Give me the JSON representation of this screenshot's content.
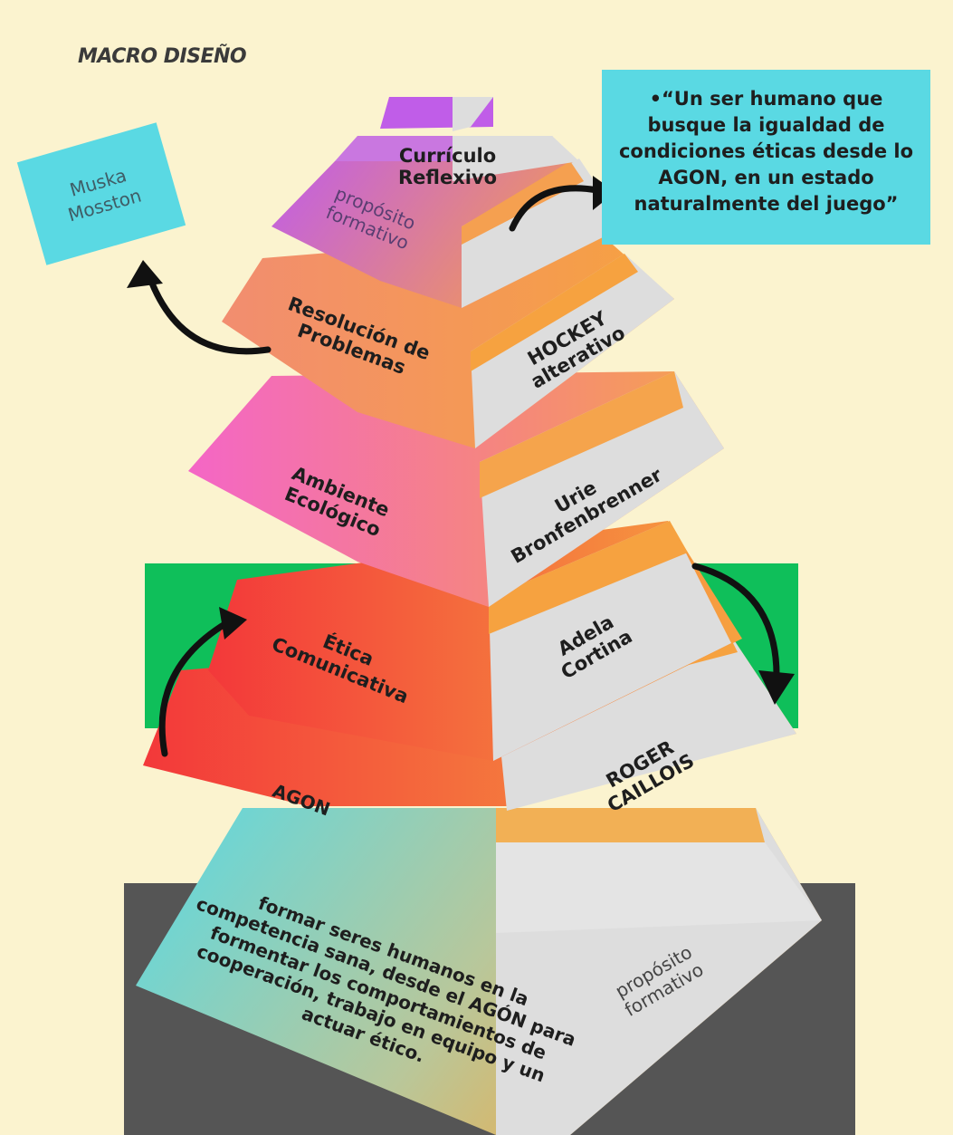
{
  "title": "MACRO DISEÑO",
  "quote": "•“Un ser humano que busque la igualdad de condiciones éticas desde lo AGON, en un estado naturalmente del juego”",
  "side_note": {
    "line1": "Muska",
    "line2": "Mosston"
  },
  "levels": {
    "top": {
      "left_l1": "Currículo",
      "left_l2": "Reflexivo",
      "left_sub_l1": "propósito",
      "left_sub_l2": "formativo"
    },
    "level2": {
      "left_l1": "Resolución de",
      "left_l2": "Problemas",
      "right_l1": "HOCKEY",
      "right_l2": "alterativo"
    },
    "level3": {
      "left_l1": "Ambiente",
      "left_l2": "Ecológico",
      "right_l1": "Urie",
      "right_l2": "Bronfenbrenner"
    },
    "level4": {
      "left_l1": "Ética",
      "left_l2": "Comunicativa",
      "right_l1": "Adela",
      "right_l2": "Cortina"
    },
    "level5": {
      "left": "AGON",
      "right_l1": "ROGER",
      "right_l2": "CAILLOIS"
    },
    "base": {
      "left_lines": [
        "formar seres humanos en la",
        "competencia sana, desde el AGÓN para",
        "formentar los comportamientos de",
        "cooperación, trabajo en equipo y un",
        "actuar ético."
      ],
      "right_l1": "propósito",
      "right_l2": "formativo"
    }
  },
  "colors": {
    "background": "#fbf3cf",
    "cyan": "#5ad9e3",
    "green": "#0fbf5a",
    "dark": "#555555",
    "purple": "#c05de8",
    "red": "#f33a3a",
    "orange": "#f6a240",
    "pink": "#f472c8",
    "gray": "#dddddd"
  }
}
